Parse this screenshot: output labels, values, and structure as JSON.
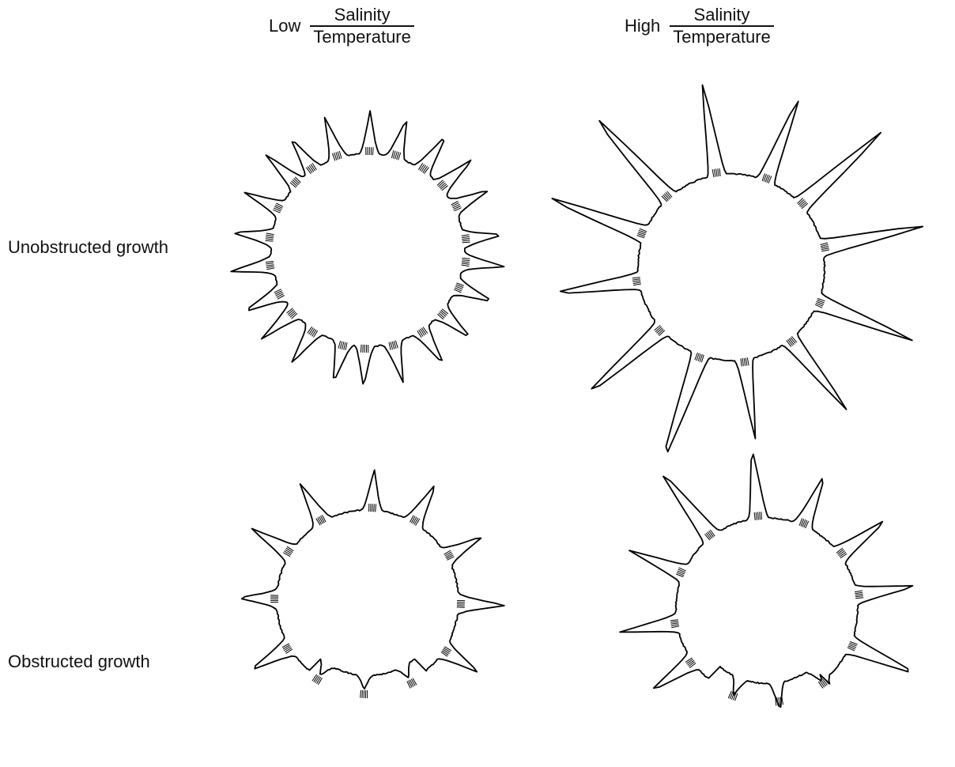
{
  "columns": [
    {
      "prefix": "Low",
      "numerator": "Salinity",
      "denominator": "Temperature"
    },
    {
      "prefix": "High",
      "numerator": "Salinity",
      "denominator": "Temperature"
    }
  ],
  "rows": [
    {
      "label": "Unobstructed growth"
    },
    {
      "label": "Obstructed growth"
    }
  ],
  "panels": [
    {
      "id": "low-unobstructed",
      "spine_count": 22,
      "obstructed": false
    },
    {
      "id": "high-unobstructed",
      "spine_count": 12,
      "obstructed": false
    },
    {
      "id": "low-obstructed",
      "spine_count": 12,
      "obstructed": true
    },
    {
      "id": "high-obstructed",
      "spine_count": 12,
      "obstructed": true
    }
  ]
}
